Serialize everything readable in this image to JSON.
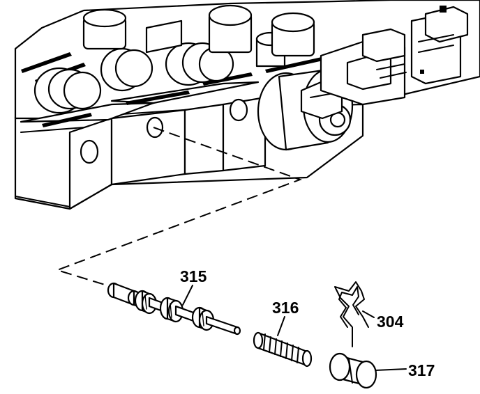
{
  "diagram": {
    "callouts": [
      {
        "id": "315",
        "text": "315"
      },
      {
        "id": "316",
        "text": "316"
      },
      {
        "id": "304",
        "text": "304"
      },
      {
        "id": "317",
        "text": "317"
      }
    ],
    "colors": {
      "line": "#000000",
      "background": "#ffffff"
    }
  }
}
